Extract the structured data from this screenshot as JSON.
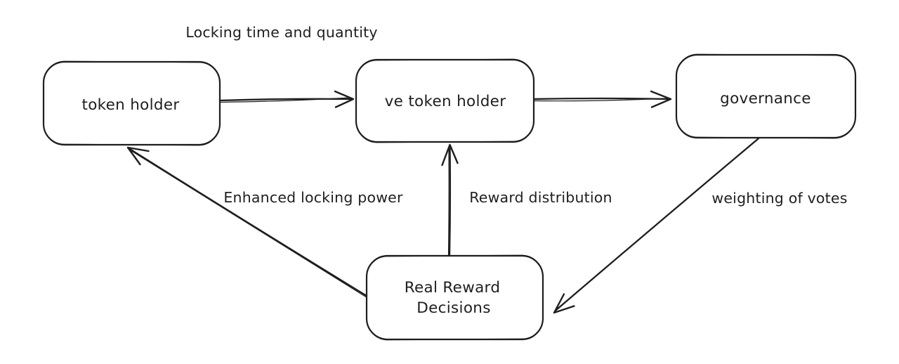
{
  "diagram": {
    "type": "flowchart",
    "style": "hand-drawn",
    "background_color": "#ffffff",
    "stroke_color": "#1e1e1e",
    "nodes": [
      {
        "id": "token-holder",
        "label": "token holder"
      },
      {
        "id": "ve-token-holder",
        "label": "ve token holder"
      },
      {
        "id": "governance",
        "label": "governance"
      },
      {
        "id": "real-reward-decisions",
        "label_lines": [
          "Real Reward",
          "Decisions"
        ]
      }
    ],
    "edges": [
      {
        "from": "token-holder",
        "to": "ve-token-holder",
        "label": "Locking time and quantity"
      },
      {
        "from": "ve-token-holder",
        "to": "governance",
        "label": ""
      },
      {
        "from": "governance",
        "to": "real-reward-decisions",
        "label": "weighting of votes"
      },
      {
        "from": "real-reward-decisions",
        "to": "ve-token-holder",
        "label": "Reward distribution"
      },
      {
        "from": "real-reward-decisions",
        "to": "token-holder",
        "label": "Enhanced locking power"
      }
    ]
  }
}
